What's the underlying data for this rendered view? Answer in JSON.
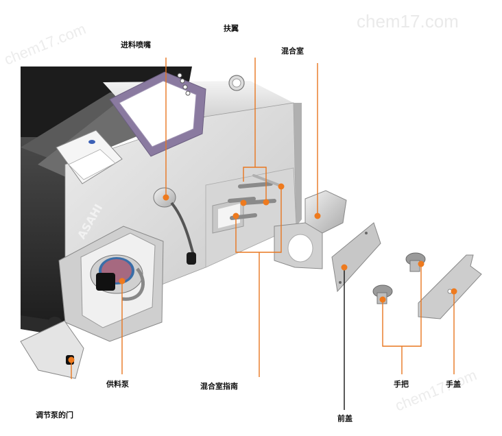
{
  "watermark": "chem17.com",
  "brand": "ASAHI",
  "colors": {
    "leader": "#e8761f",
    "dot": "#ee7a1e",
    "front_cover_line": "#111111"
  },
  "labels": {
    "feed_nozzle": "进料喷嘴",
    "wing": "扶翼",
    "mixing_chamber": "混合室",
    "feed_pump": "供料泵",
    "mixing_guide": "混合室指南",
    "front_cover": "前盖",
    "handle": "手把",
    "hand_cover": "手盖",
    "pump_door": "调节泵的门"
  }
}
